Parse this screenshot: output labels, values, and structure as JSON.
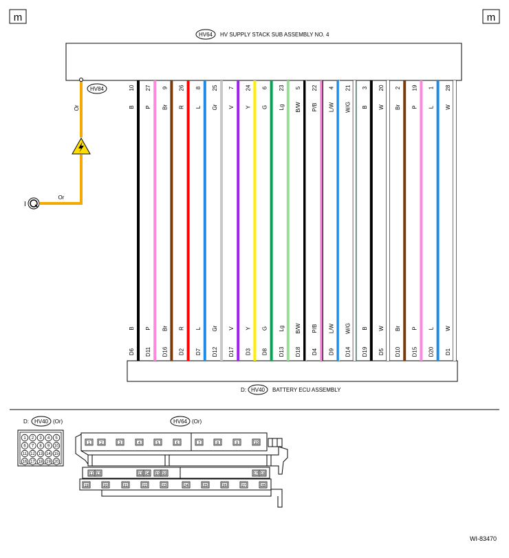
{
  "corner_marks": {
    "left": "m",
    "right": "m"
  },
  "top_component": {
    "connector": "HV64",
    "label": "HV SUPPLY STACK SUB ASSEMBLY NO. 4"
  },
  "bottom_component": {
    "prefix": "D:",
    "connector": "HV40",
    "label": "BATTERY ECU ASSEMBLY"
  },
  "side_wire": {
    "connector": "HV84",
    "color_label": "Or",
    "horizontal_label": "Or",
    "terminal_mark": "I",
    "wire_color": "#f5a800"
  },
  "wires": [
    {
      "pin_top": "10",
      "color": "B",
      "pin_bottom": "D6",
      "stroke": "#000000",
      "stripe": ""
    },
    {
      "pin_top": "27",
      "color": "P",
      "pin_bottom": "D11",
      "stroke": "#ff88dd",
      "stripe": ""
    },
    {
      "pin_top": "9",
      "color": "Br",
      "pin_bottom": "D16",
      "stroke": "#7a3a0a",
      "stripe": ""
    },
    {
      "pin_top": "26",
      "color": "R",
      "pin_bottom": "D2",
      "stroke": "#ff0000",
      "stripe": ""
    },
    {
      "pin_top": "8",
      "color": "L",
      "pin_bottom": "D7",
      "stroke": "#1e8ce6",
      "stripe": ""
    },
    {
      "pin_top": "25",
      "color": "Gr",
      "pin_bottom": "D12",
      "stroke": "#c8c8c8",
      "stripe": ""
    },
    {
      "pin_top": "7",
      "color": "V",
      "pin_bottom": "D17",
      "stroke": "#a020f0",
      "stripe": ""
    },
    {
      "pin_top": "24",
      "color": "Y",
      "pin_bottom": "D3",
      "stroke": "#ffee00",
      "stripe": ""
    },
    {
      "pin_top": "6",
      "color": "G",
      "pin_bottom": "D8",
      "stroke": "#00a650",
      "stripe": ""
    },
    {
      "pin_top": "23",
      "color": "Lg",
      "pin_bottom": "D13",
      "stroke": "#99dd99",
      "stripe": ""
    },
    {
      "pin_top": "5",
      "color": "B/W",
      "pin_bottom": "D18",
      "stroke": "#000000",
      "stripe": "#ffffff"
    },
    {
      "pin_top": "22",
      "color": "P/B",
      "pin_bottom": "D4",
      "stroke": "#ff88dd",
      "stripe": "#000000"
    },
    {
      "pin_top": "4",
      "color": "L/W",
      "pin_bottom": "D9",
      "stroke": "#1e8ce6",
      "stripe": "#ffffff"
    },
    {
      "pin_top": "21",
      "color": "W/G",
      "pin_bottom": "D14",
      "stroke": "#ffffff",
      "stripe": "#00a650"
    },
    {
      "pin_top": "3",
      "color": "B",
      "pin_bottom": "D19",
      "stroke": "#000000",
      "stripe": ""
    },
    {
      "pin_top": "20",
      "color": "W",
      "pin_bottom": "D5",
      "stroke": "#ffffff",
      "stripe": ""
    },
    {
      "pin_top": "2",
      "color": "Br",
      "pin_bottom": "D10",
      "stroke": "#7a3a0a",
      "stripe": ""
    },
    {
      "pin_top": "19",
      "color": "P",
      "pin_bottom": "D15",
      "stroke": "#ff88dd",
      "stripe": ""
    },
    {
      "pin_top": "1",
      "color": "L",
      "pin_bottom": "D20",
      "stroke": "#1e8ce6",
      "stripe": ""
    },
    {
      "pin_top": "28",
      "color": "W",
      "pin_bottom": "D1",
      "stroke": "#ffffff",
      "stripe": ""
    }
  ],
  "connector_views": {
    "hv40": {
      "prefix": "D:",
      "id": "HV40",
      "note": "(Or)",
      "pins": [
        "1",
        "2",
        "3",
        "4",
        "5",
        "6",
        "7",
        "8",
        "9",
        "10",
        "11",
        "12",
        "13",
        "14",
        "15",
        "16",
        "17",
        "18",
        "19",
        "20"
      ]
    },
    "hv64": {
      "id": "HV64",
      "note": "(Or)",
      "top_row": [
        "1",
        "2",
        "3",
        "4",
        "5",
        "6",
        "7",
        "8",
        "9",
        "10"
      ],
      "middle_row": [
        "11",
        "12",
        "13",
        "14",
        "15",
        "16",
        "17",
        "18"
      ],
      "bottom_row": [
        "19",
        "20",
        "21",
        "22",
        "23",
        "24",
        "25",
        "26",
        "27",
        "28"
      ]
    }
  },
  "figure_id": "WI-83470"
}
